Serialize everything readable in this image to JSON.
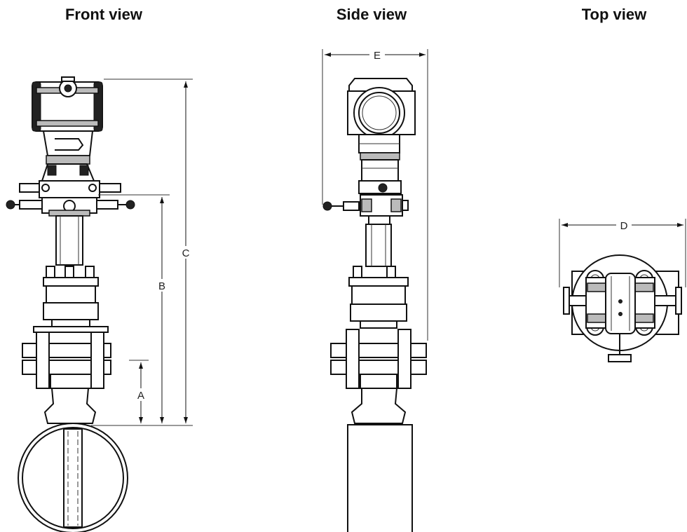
{
  "views": {
    "front": {
      "title": "Front view"
    },
    "side": {
      "title": "Side view"
    },
    "top": {
      "title": "Top view"
    }
  },
  "dimensions": {
    "a": "A",
    "b": "B",
    "c": "C",
    "d": "D",
    "e": "E"
  }
}
